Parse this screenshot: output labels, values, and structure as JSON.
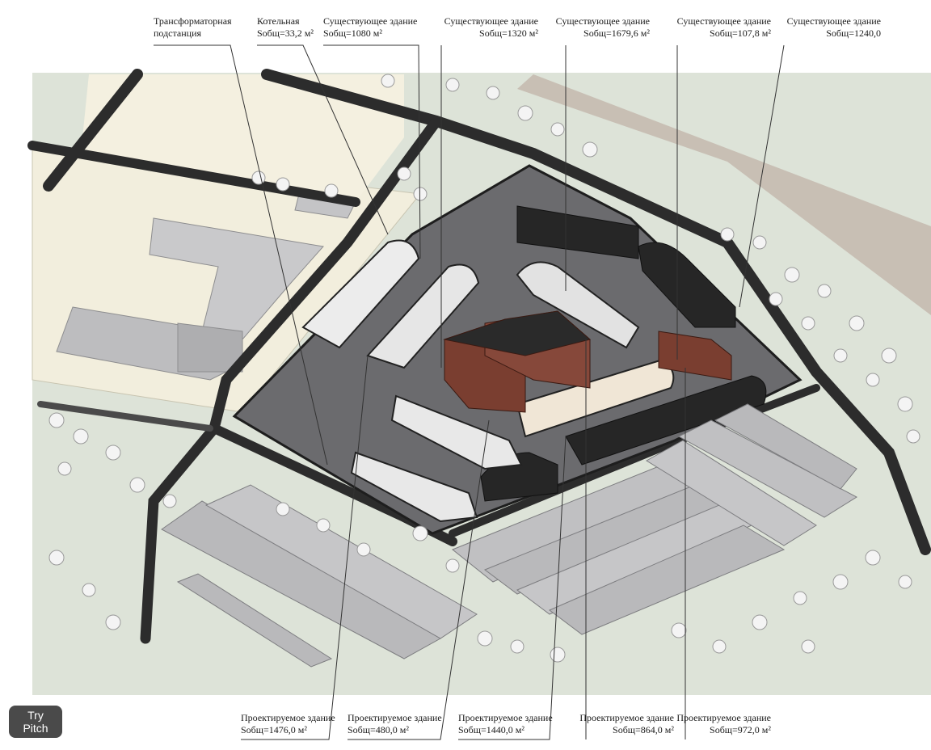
{
  "labels_top": [
    {
      "id": "transformer",
      "title": "Трансформаторная",
      "line2": "подстанция"
    },
    {
      "id": "boiler",
      "title": "Котельная",
      "area": "Sобщ=33,2 м²"
    },
    {
      "id": "existing-1",
      "title": "Существующее здание",
      "area": "Sобщ=1080 м²"
    },
    {
      "id": "existing-2",
      "title": "Существующее здание",
      "area": "Sобщ=1320 м²"
    },
    {
      "id": "existing-3",
      "title": "Существующее здание",
      "area": "Sобщ=1679,6 м²"
    },
    {
      "id": "existing-4",
      "title": "Существующее здание",
      "area": "Sобщ=107,8 м²"
    },
    {
      "id": "existing-5",
      "title": "Существующее здание",
      "area": "Sобщ=1240,0"
    }
  ],
  "labels_bottom": [
    {
      "id": "planned-1",
      "title": "Проектируемое здание",
      "area": "Sобщ=1476,0 м²"
    },
    {
      "id": "planned-2",
      "title": "Проектируемое здание",
      "area": "Sобщ=480,0 м²"
    },
    {
      "id": "planned-3",
      "title": "Проектируемое здание",
      "area": "Sобщ=1440,0 м²"
    },
    {
      "id": "planned-4",
      "title": "Проектируемое здание",
      "area": "Sобщ=864,0 м²"
    },
    {
      "id": "planned-5",
      "title": "Проектируемое здание",
      "area": "Sобщ=972,0 м²"
    }
  ],
  "button": {
    "label": "Try Pitch"
  },
  "colors": {
    "ground": "#dde3d8",
    "beige": "#f2eedd",
    "road": "#2c2c2c",
    "asphalt": "#6b6b6e",
    "building_dark": "#262626",
    "brick": "#7a3e30",
    "planned": "#b9b9bb",
    "tree": "#f2f2f2"
  }
}
